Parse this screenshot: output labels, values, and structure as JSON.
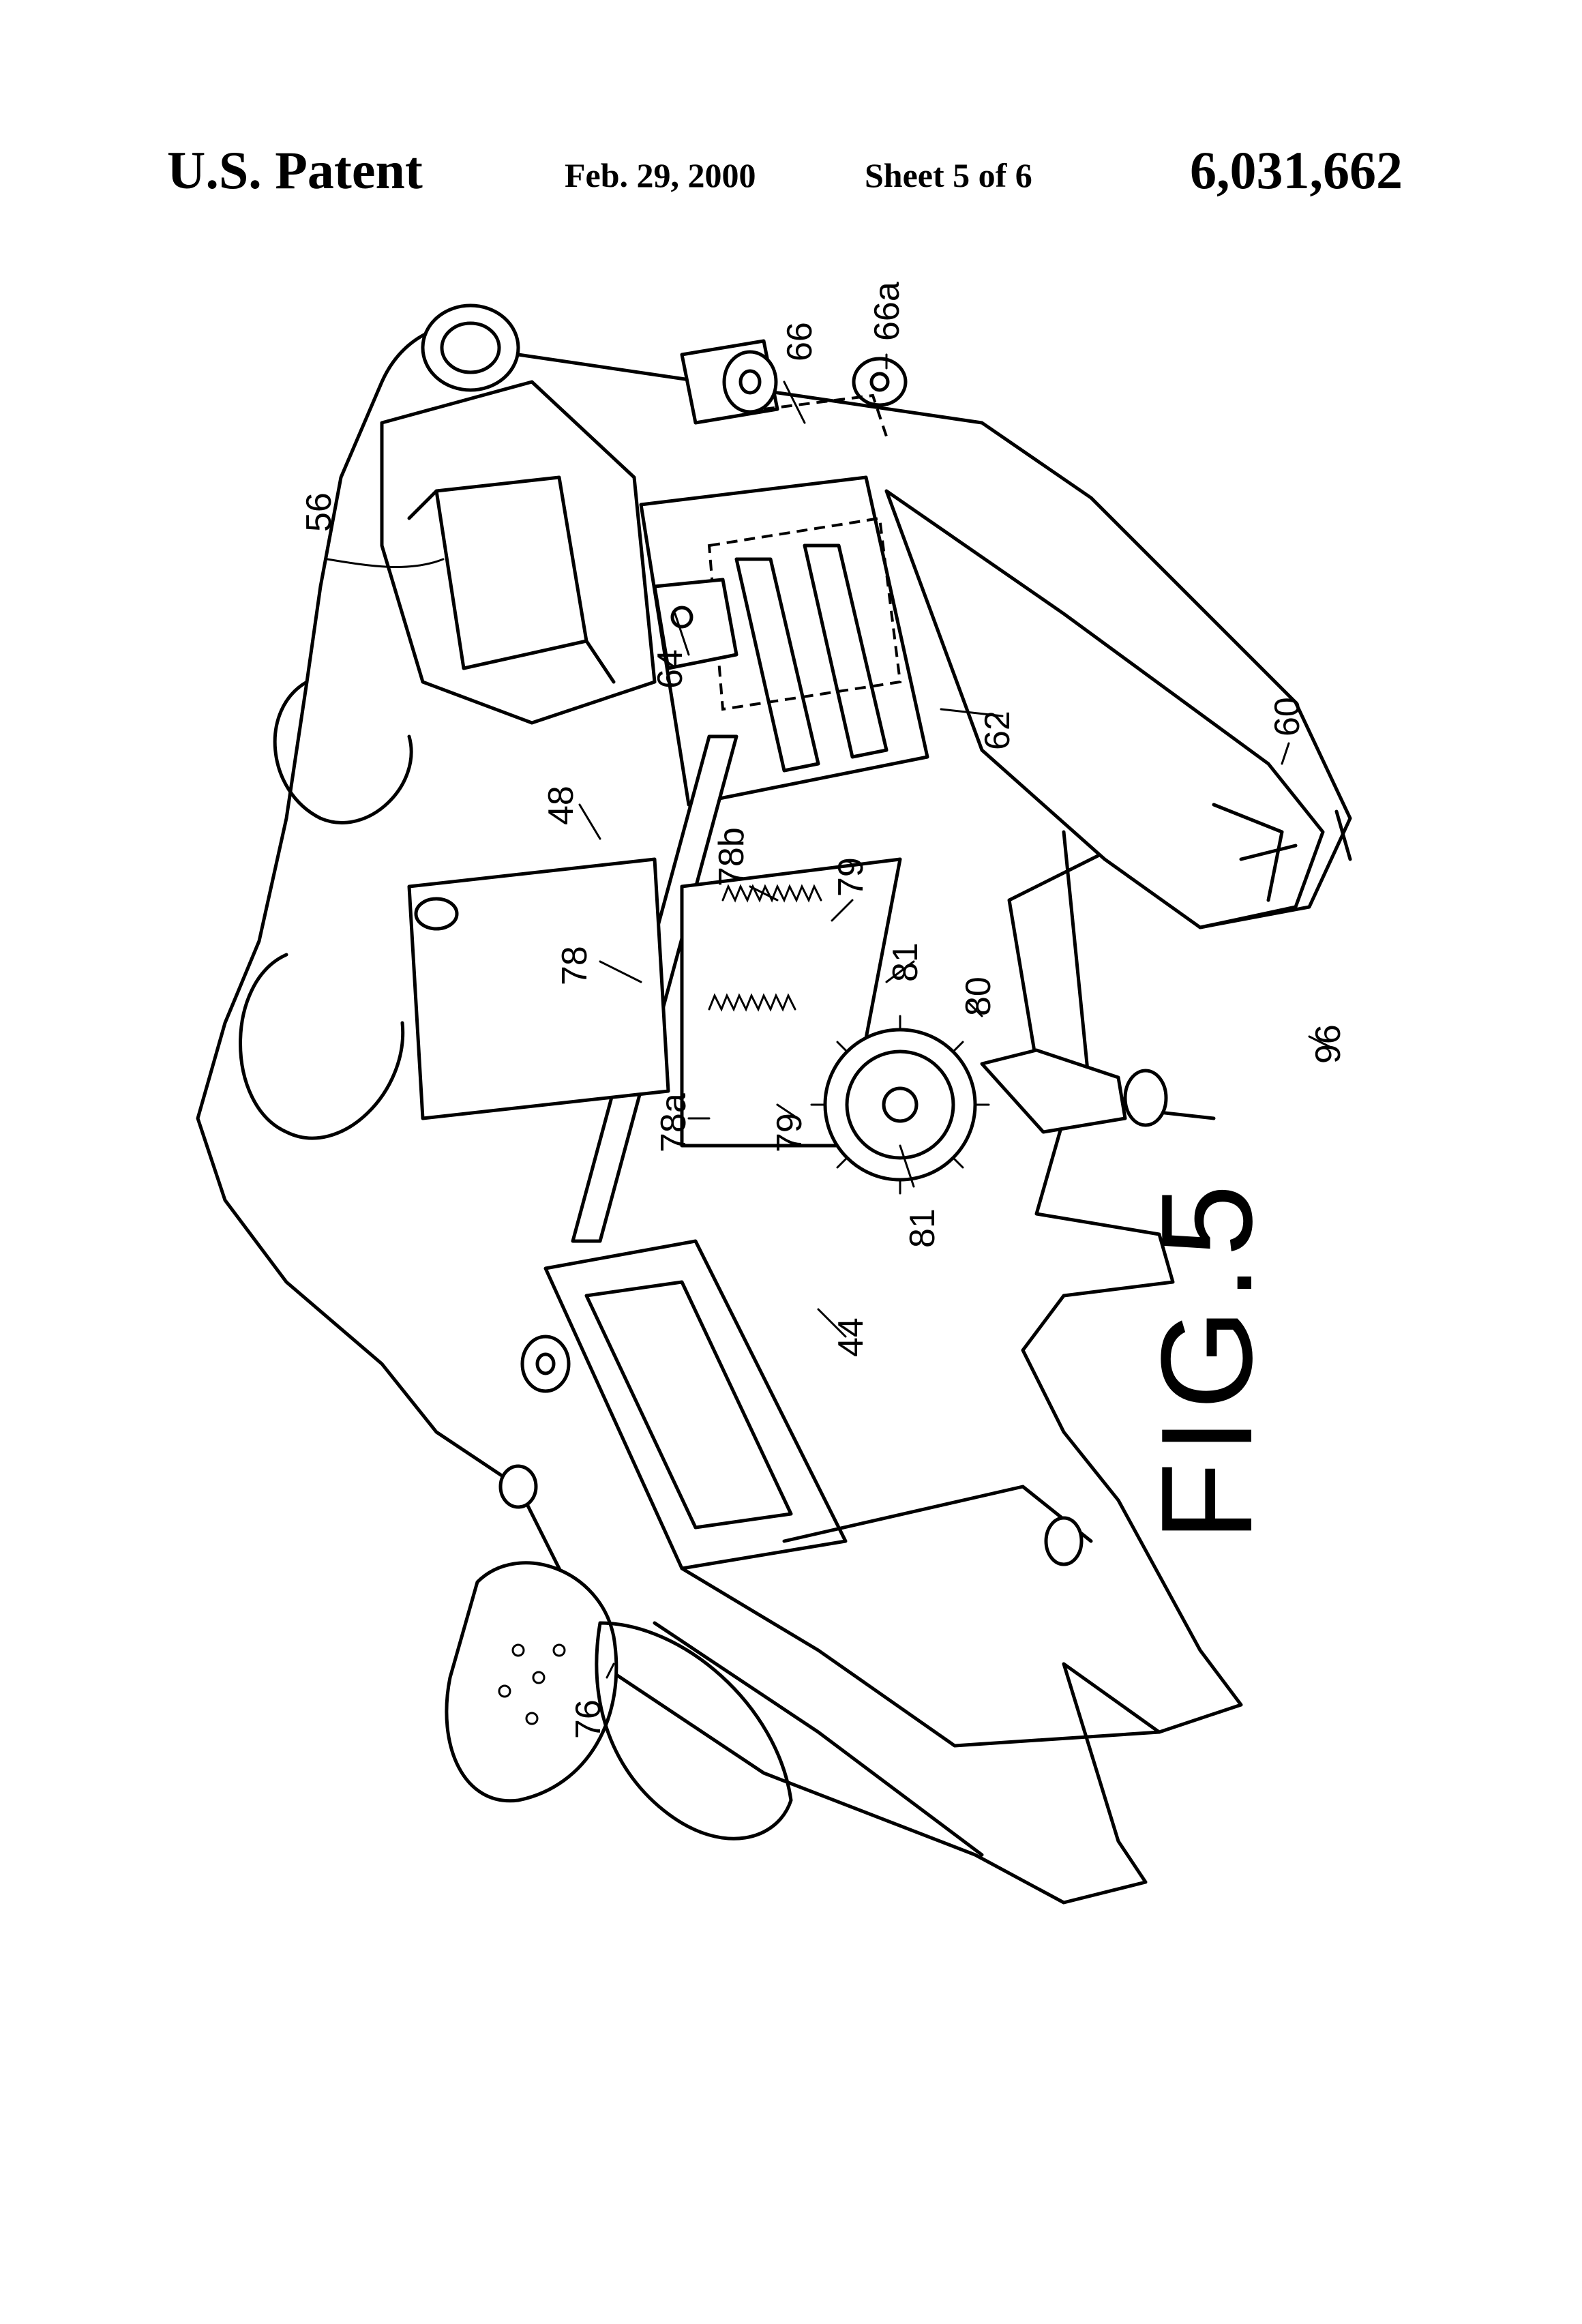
{
  "header": {
    "patent_label": "U.S. Patent",
    "date": "Feb. 29, 2000",
    "sheet": "Sheet 5 of 6",
    "patent_number": "6,031,662"
  },
  "figure": {
    "label": "FIG.5",
    "reference_numerals": [
      "56",
      "66",
      "66a",
      "64",
      "62",
      "60",
      "48",
      "78b",
      "79",
      "78",
      "81",
      "80",
      "78a",
      "79",
      "81",
      "44",
      "96",
      "76"
    ]
  }
}
